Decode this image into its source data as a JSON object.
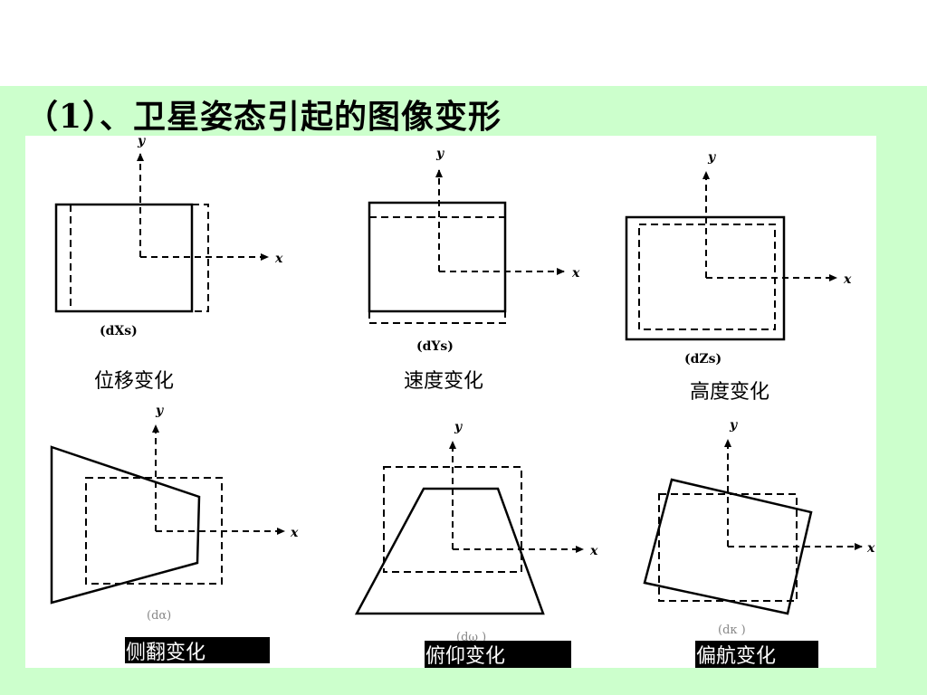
{
  "title": "（1）、卫星姿态引起的图像变形",
  "axes": {
    "x_label": "x",
    "y_label": "y"
  },
  "panels": [
    {
      "symbol": "(dXs)",
      "caption": "位移变化"
    },
    {
      "symbol": "(dYs)",
      "caption": "速度变化"
    },
    {
      "symbol": "(dZs)",
      "caption": "高度变化"
    },
    {
      "symbol": "(dα)",
      "caption": "侧翻变化"
    },
    {
      "symbol": "(dω )",
      "caption": "俯仰变化"
    },
    {
      "symbol": "(dκ  )",
      "caption": "偏航变化"
    }
  ]
}
